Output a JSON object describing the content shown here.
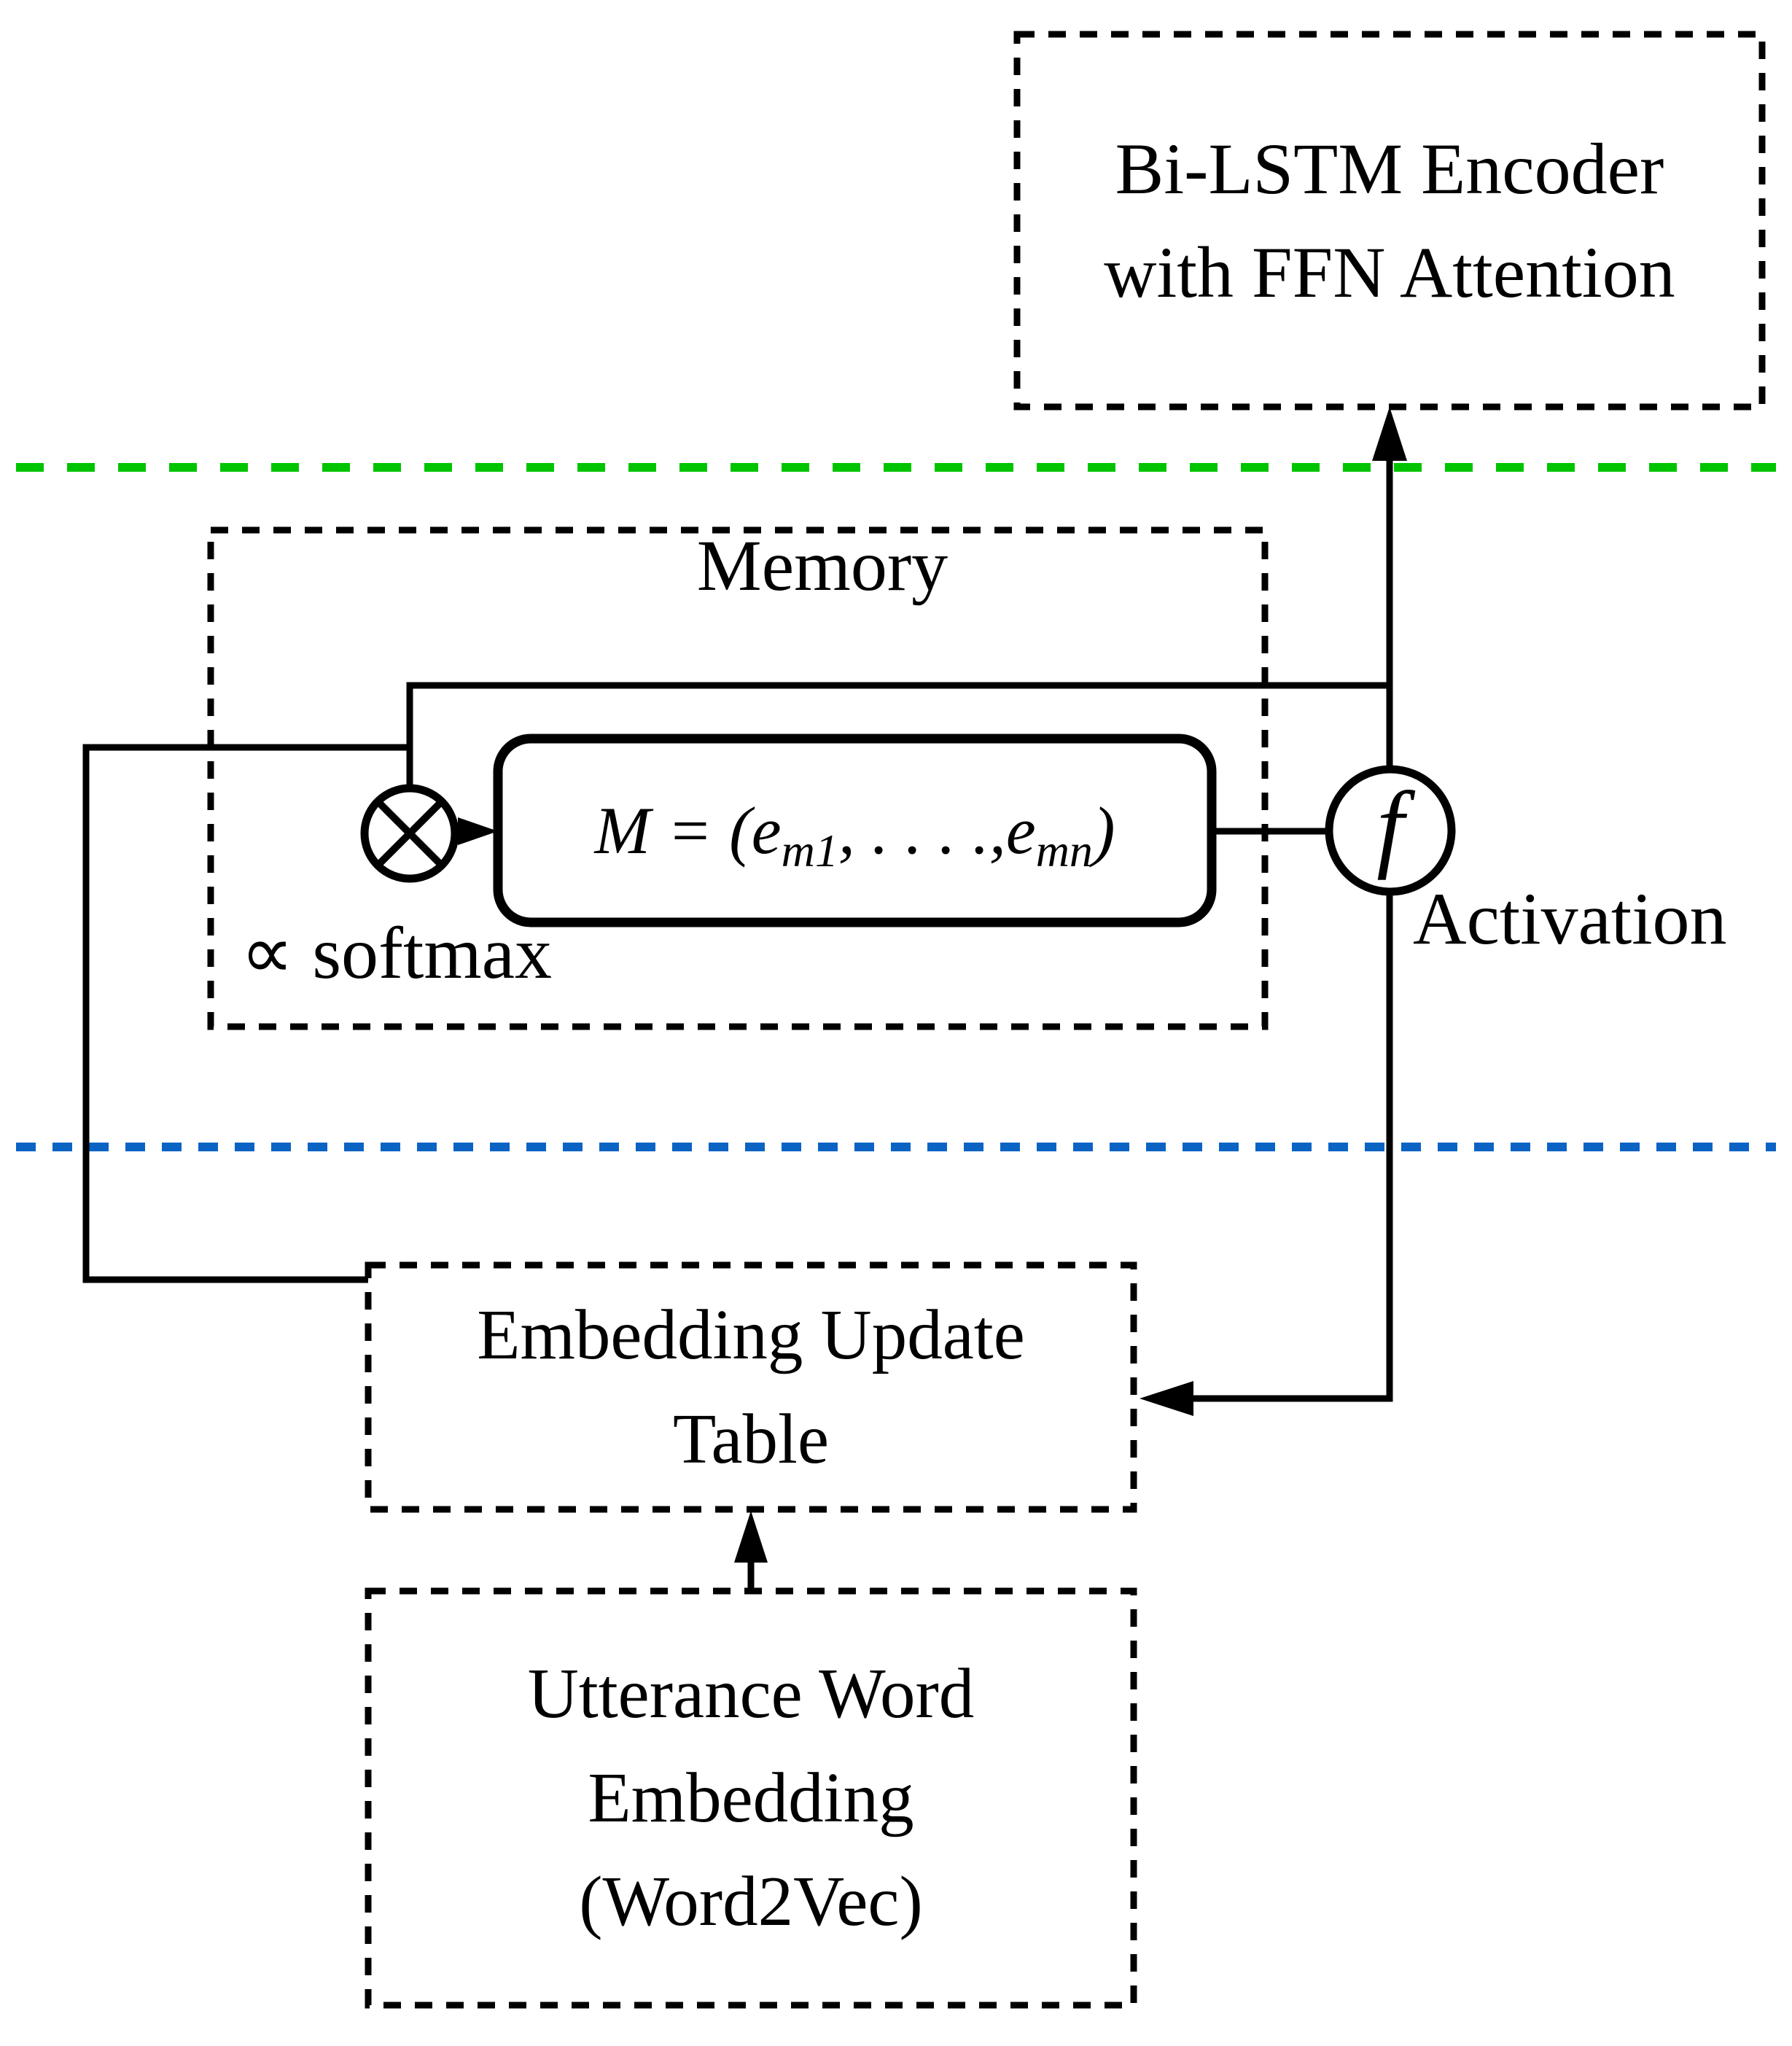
{
  "diagram": {
    "boxes": {
      "encoder": {
        "line1": "Bi-LSTM Encoder",
        "line2": "with FFN Attention"
      },
      "memory": {
        "title": "Memory"
      },
      "embedding_update": {
        "line1": "Embedding Update",
        "line2": "Table"
      },
      "utterance": {
        "line1": "Utterance Word",
        "line2": "Embedding",
        "line3": "(Word2Vec)"
      }
    },
    "memory_formula": {
      "prefix": "M = (e",
      "sub1": "m1",
      "middle": ", . . . .,e",
      "sub2": "mn",
      "suffix": ")"
    },
    "labels": {
      "softmax": "∝ softmax",
      "activation": "Activation",
      "activation_symbol": "f"
    },
    "icons": {
      "otimes_icon": "circle-with-cross (⊗ weighted-product junction)",
      "arrow_icon": "solid triangular arrowheads"
    },
    "colors": {
      "green_divider": "#00c400",
      "blue_divider": "#0b63c4",
      "line": "#000000"
    }
  }
}
